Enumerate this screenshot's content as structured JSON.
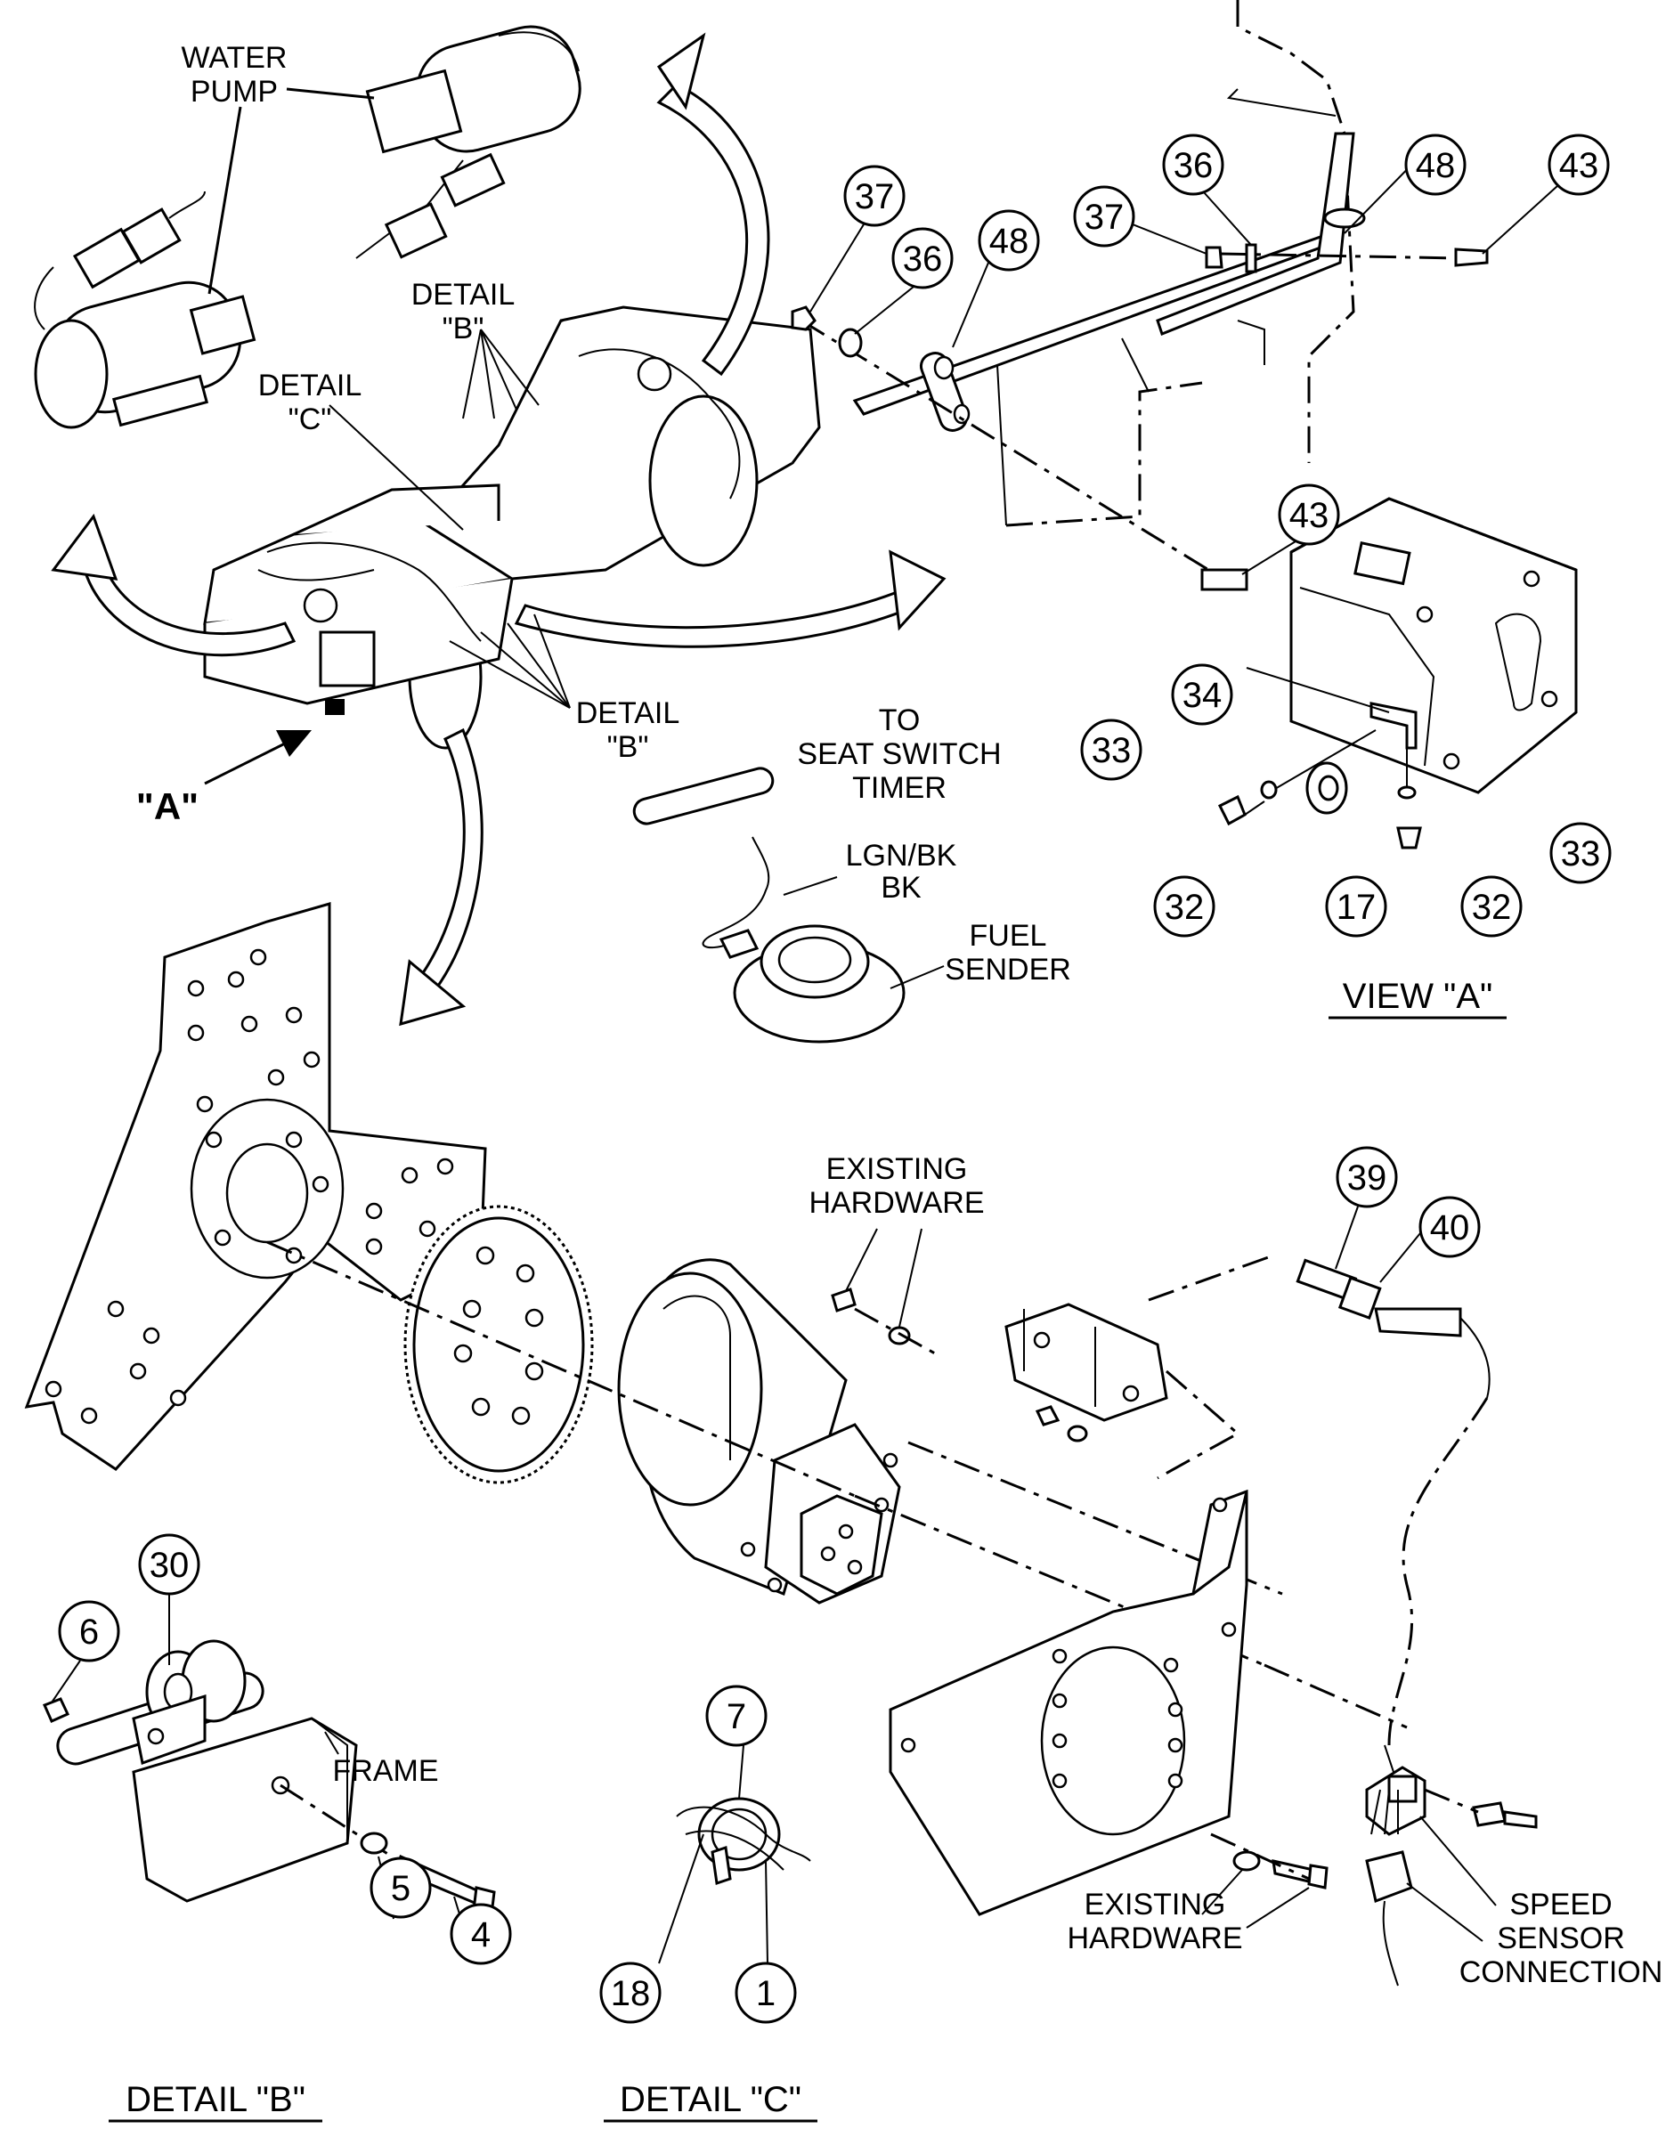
{
  "labels": {
    "water_pump": [
      "WATER",
      "PUMP"
    ],
    "detail_b_top": [
      "DETAIL",
      "\"B\""
    ],
    "detail_c_top": [
      "DETAIL",
      "\"C\""
    ],
    "detail_b_mid": [
      "DETAIL",
      "\"B\""
    ],
    "view_a_arrow": "\"A\"",
    "seat_switch": [
      "TO",
      "SEAT SWITCH",
      "TIMER"
    ],
    "wire_colors": [
      "LGN/BK",
      "BK"
    ],
    "fuel_sender": [
      "FUEL",
      "SENDER"
    ],
    "view_a_title": "VIEW \"A\"",
    "existing_hw_top": [
      "EXISTING",
      "HARDWARE"
    ],
    "existing_hw_bottom": [
      "EXISTING",
      "HARDWARE"
    ],
    "speed_sensor": [
      "SPEED",
      "SENSOR",
      "CONNECTION"
    ],
    "frame": "FRAME",
    "detail_b_title": "DETAIL \"B\"",
    "detail_c_title": "DETAIL \"C\""
  },
  "callouts": [
    {
      "id": "c37a",
      "num": "37"
    },
    {
      "id": "c36a",
      "num": "36"
    },
    {
      "id": "c48a",
      "num": "48"
    },
    {
      "id": "c36b",
      "num": "36"
    },
    {
      "id": "c37b",
      "num": "37"
    },
    {
      "id": "c48b",
      "num": "48"
    },
    {
      "id": "c43a",
      "num": "43"
    },
    {
      "id": "c43b",
      "num": "43"
    },
    {
      "id": "c34",
      "num": "34"
    },
    {
      "id": "c33a",
      "num": "33"
    },
    {
      "id": "c33b",
      "num": "33"
    },
    {
      "id": "c32a",
      "num": "32"
    },
    {
      "id": "c17",
      "num": "17"
    },
    {
      "id": "c32b",
      "num": "32"
    },
    {
      "id": "c39",
      "num": "39"
    },
    {
      "id": "c40",
      "num": "40"
    },
    {
      "id": "c30",
      "num": "30"
    },
    {
      "id": "c6",
      "num": "6"
    },
    {
      "id": "c5",
      "num": "5"
    },
    {
      "id": "c4",
      "num": "4"
    },
    {
      "id": "c7",
      "num": "7"
    },
    {
      "id": "c18",
      "num": "18"
    },
    {
      "id": "c1",
      "num": "1"
    }
  ]
}
